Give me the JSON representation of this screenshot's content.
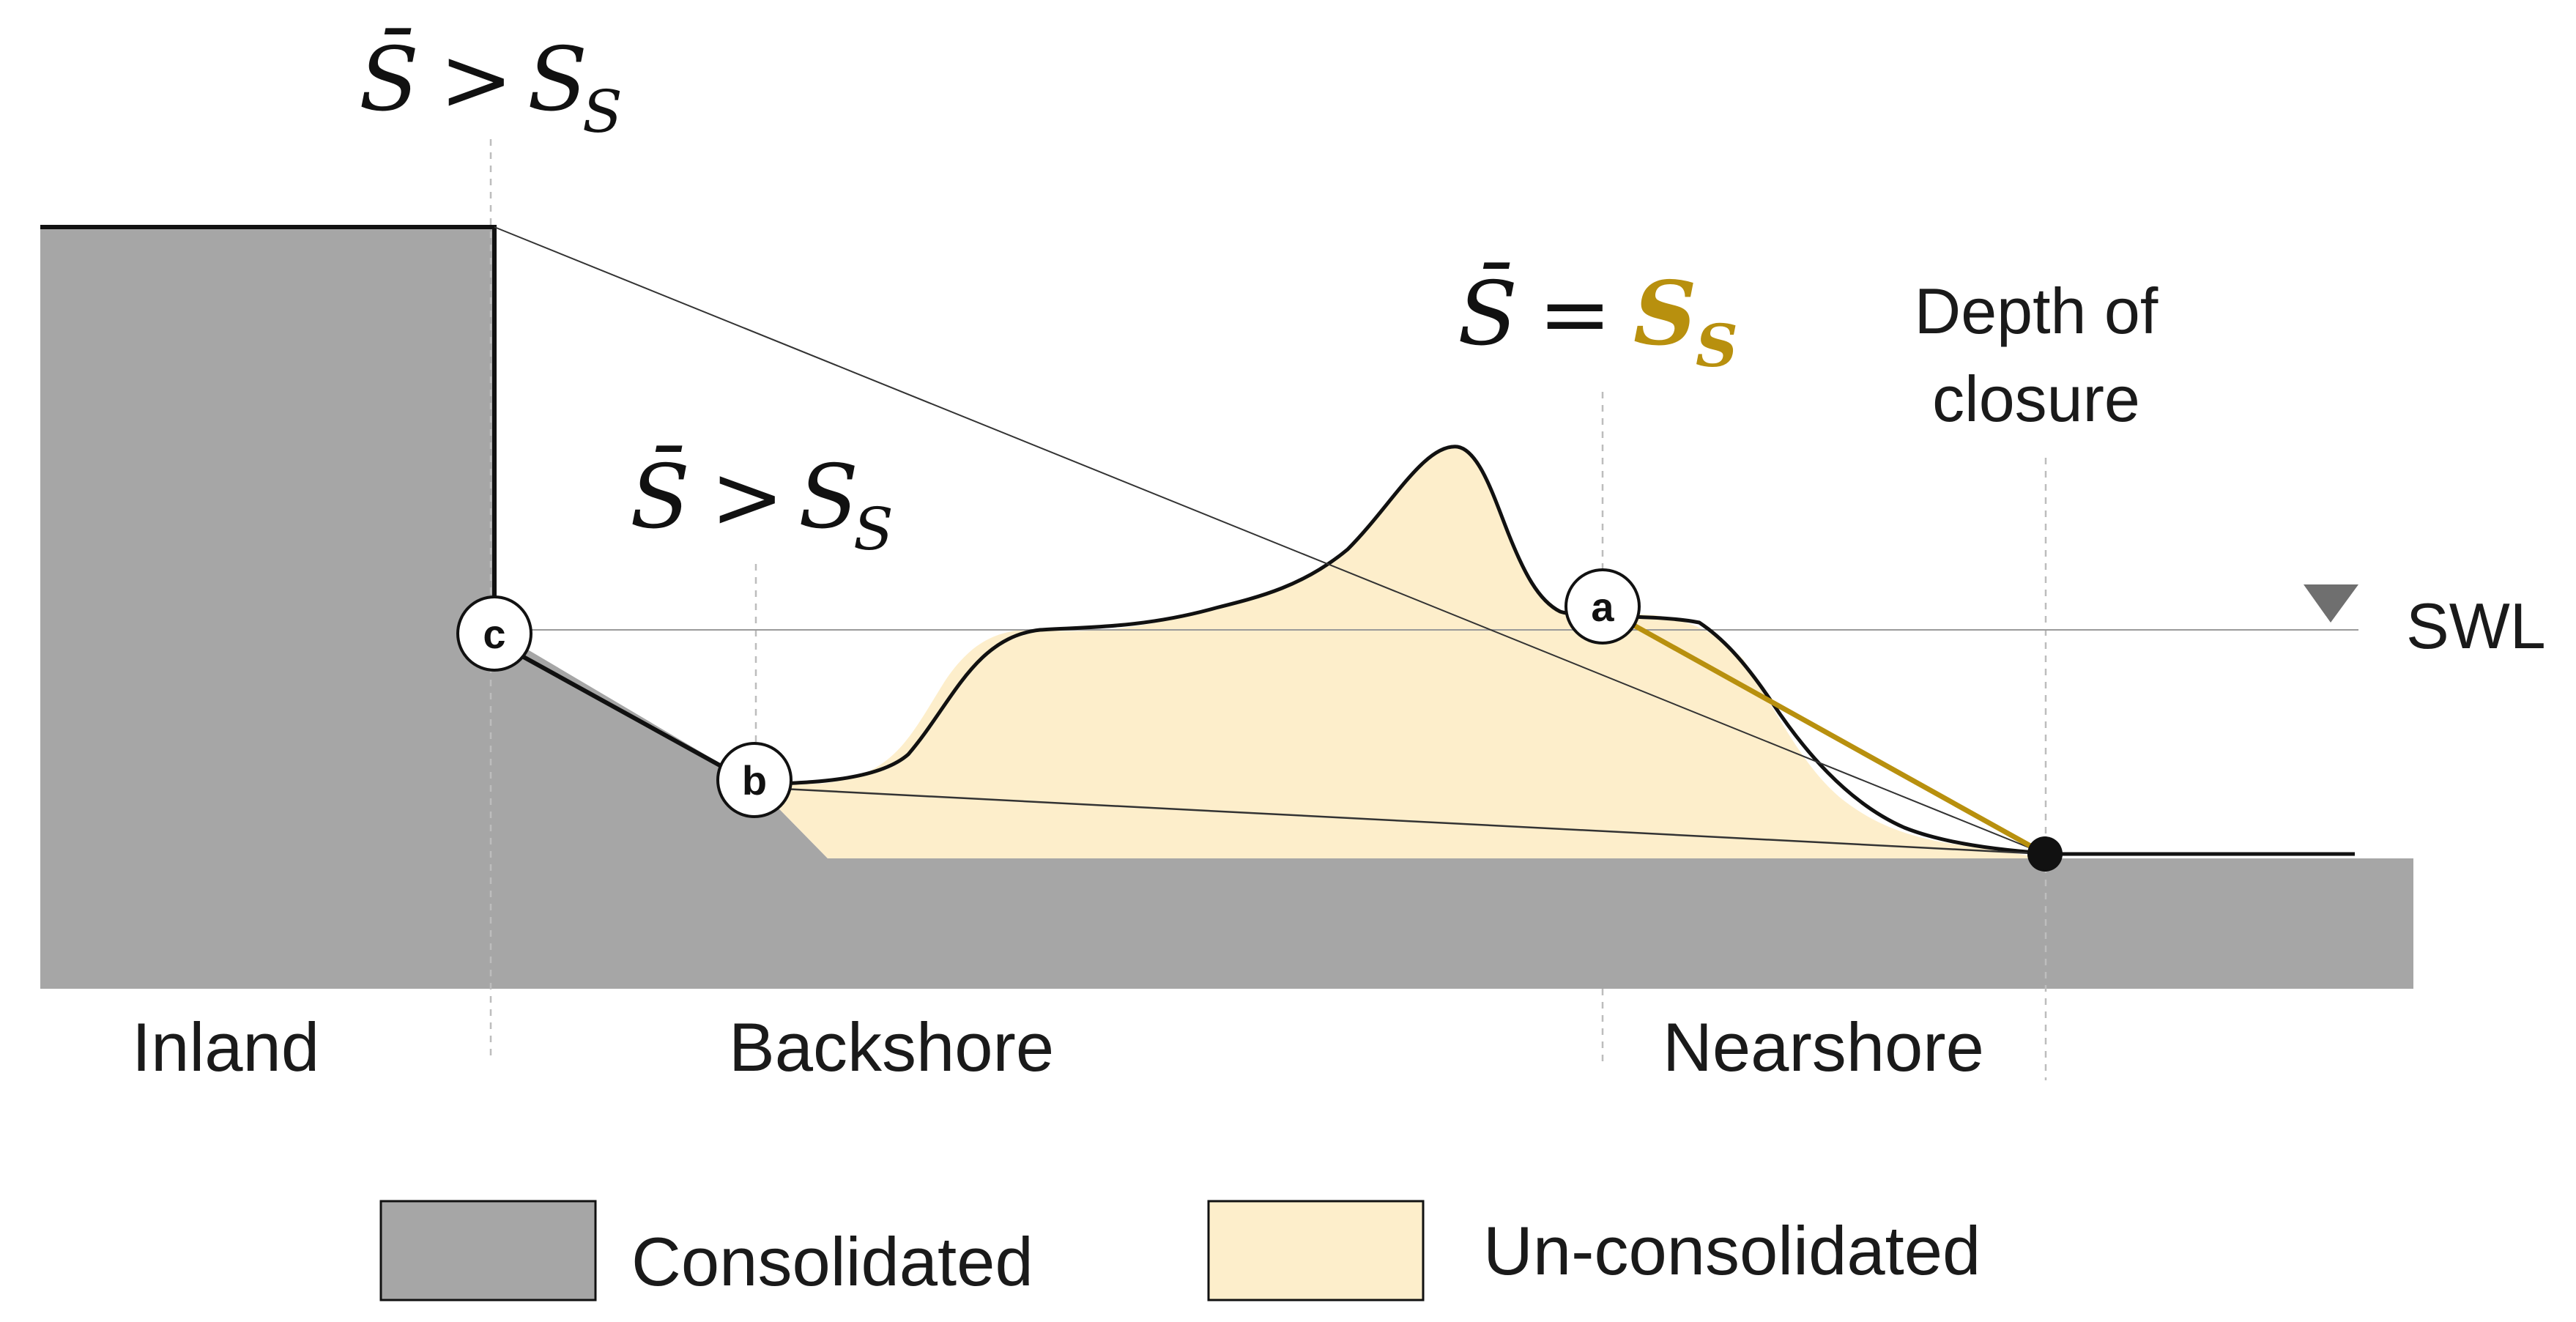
{
  "colors": {
    "consolidated": "#a6a6a6",
    "unconsolidated": "#fdeecb",
    "accent": "#b8900e",
    "line": "#111111",
    "guide": "#bdbdbd"
  },
  "formulas": {
    "top": {
      "lhs": "S̄",
      "op": ">",
      "rhs": "S",
      "sub": "S"
    },
    "mid": {
      "lhs": "S̄",
      "op": ">",
      "rhs": "S",
      "sub": "S"
    },
    "right": {
      "lhs": "S̄",
      "op": "=",
      "rhs": "S",
      "sub": "S"
    }
  },
  "labels": {
    "depth_line1": "Depth of",
    "depth_line2": "closure",
    "swl": "SWL",
    "inland": "Inland",
    "backshore": "Backshore",
    "nearshore": "Nearshore"
  },
  "markers": {
    "a": "a",
    "b": "b",
    "c": "c"
  },
  "legend": {
    "consolidated": "Consolidated",
    "unconsolidated": "Un-consolidated"
  }
}
